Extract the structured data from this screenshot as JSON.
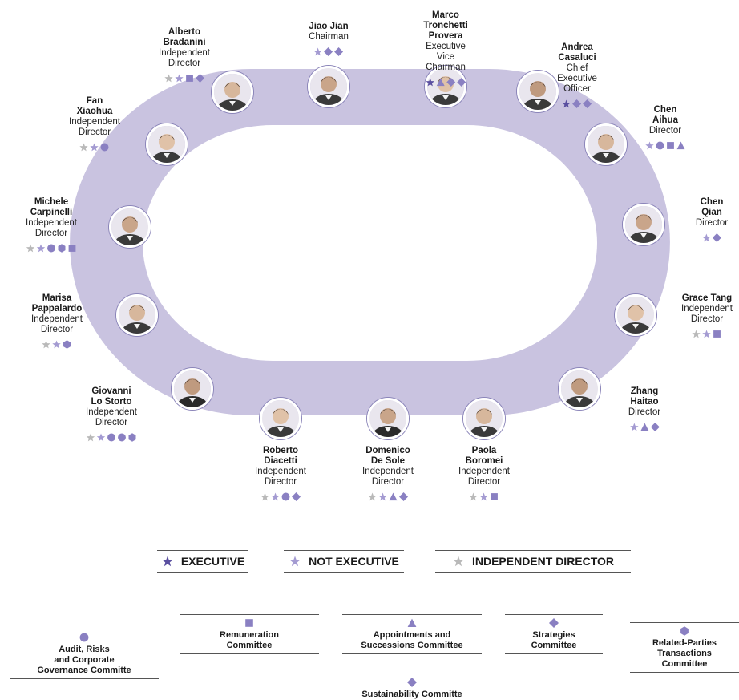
{
  "colors": {
    "ring": "#c9c3e0",
    "executive": "#5a4fa0",
    "not_executive": "#a49bd2",
    "independent": "#b9b9b9",
    "committee": "#8a80c2"
  },
  "members": [
    {
      "name": "Alberto\nBradanini",
      "role": "Independent\nDirector",
      "marks": [
        "star-ind",
        "star-ne",
        "square",
        "diamond"
      ]
    },
    {
      "name": "Jiao Jian",
      "role": "Chairman",
      "marks": [
        "star-ne",
        "diamond",
        "diamond"
      ]
    },
    {
      "name": "Marco Tronchetti Provera",
      "role": "Executive Vice\nChairman",
      "marks": [
        "star-ex",
        "triangle",
        "diamond",
        "diamond"
      ]
    },
    {
      "name": "Andrea Casaluci",
      "role": "Chief Executive Officer",
      "marks": [
        "star-ex",
        "diamond",
        "diamond"
      ]
    },
    {
      "name": "Chen Aihua",
      "role": "Director",
      "marks": [
        "star-ne",
        "circle",
        "square",
        "triangle"
      ]
    },
    {
      "name": "Chen Qian",
      "role": "Director",
      "marks": [
        "star-ne",
        "diamond"
      ]
    },
    {
      "name": "Grace Tang",
      "role": "Independent\nDirector",
      "marks": [
        "star-ind",
        "star-ne",
        "square"
      ]
    },
    {
      "name": "Zhang Haitao",
      "role": "Director",
      "marks": [
        "star-ne",
        "triangle",
        "diamond"
      ]
    },
    {
      "name": "Paola Boromei",
      "role": "Independent\nDirector",
      "marks": [
        "star-ind",
        "star-ne",
        "square"
      ]
    },
    {
      "name": "Domenico De Sole",
      "role": "Independent\nDirector",
      "marks": [
        "star-ind",
        "star-ne",
        "triangle",
        "diamond"
      ]
    },
    {
      "name": "Roberto Diacetti",
      "role": "Independent\nDirector",
      "marks": [
        "star-ind",
        "star-ne",
        "circle",
        "diamond"
      ]
    },
    {
      "name": "Giovanni Lo Storto",
      "role": "Independent\nDirector",
      "marks": [
        "star-ind",
        "star-ne",
        "circle",
        "circle",
        "hexagon"
      ]
    },
    {
      "name": "Marisa Pappalardo",
      "role": "Independent\nDirector",
      "marks": [
        "star-ind",
        "star-ne",
        "hexagon"
      ]
    },
    {
      "name": "Michele Carpinelli",
      "role": "Independent\nDirector",
      "marks": [
        "star-ind",
        "star-ne",
        "circle",
        "hexagon",
        "square"
      ]
    },
    {
      "name": "Fan Xiaohua",
      "role": "Independent\nDirector",
      "marks": [
        "star-ind",
        "star-ne",
        "circle"
      ]
    }
  ],
  "legend": {
    "executive": "EXECUTIVE",
    "not_executive": "NOT EXECUTIVE",
    "independent": "INDEPENDENT DIRECTOR"
  },
  "committees": {
    "audit": "Audit, Risks\nand Corporate\nGovernance Committe",
    "remuneration": "Remuneration\nCommittee",
    "appointments": "Appointments and\nSuccessions Committee",
    "strategies": "Strategies\nCommittee",
    "related": "Related-Parties\nTransactions\nCommittee",
    "sustainability": "Sustainability Committe"
  }
}
